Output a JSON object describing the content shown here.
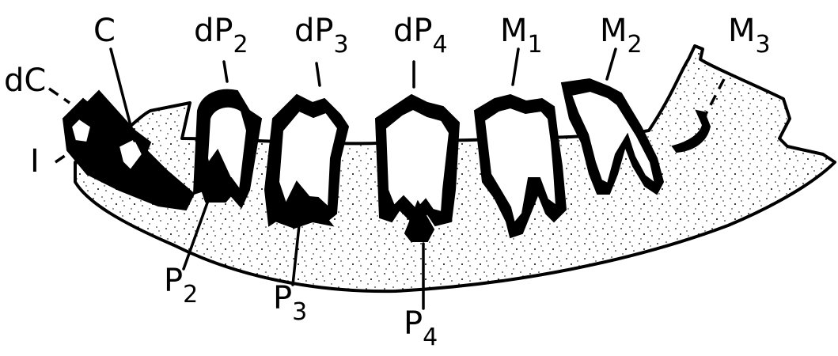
{
  "labels": {
    "dC": {
      "main": "dC",
      "sub": ""
    },
    "C": {
      "main": "C",
      "sub": ""
    },
    "I": {
      "main": "I",
      "sub": ""
    },
    "dP2": {
      "main": "dP",
      "sub": "2"
    },
    "dP3": {
      "main": "dP",
      "sub": "3"
    },
    "dP4": {
      "main": "dP",
      "sub": "4"
    },
    "M1": {
      "main": "M",
      "sub": "1"
    },
    "M2": {
      "main": "M",
      "sub": "2"
    },
    "M3": {
      "main": "M",
      "sub": "3"
    },
    "P2": {
      "main": "P",
      "sub": "2"
    },
    "P3": {
      "main": "P",
      "sub": "3"
    },
    "P4": {
      "main": "P",
      "sub": "4"
    }
  },
  "colors": {
    "ink": "#000000",
    "background": "#ffffff"
  }
}
